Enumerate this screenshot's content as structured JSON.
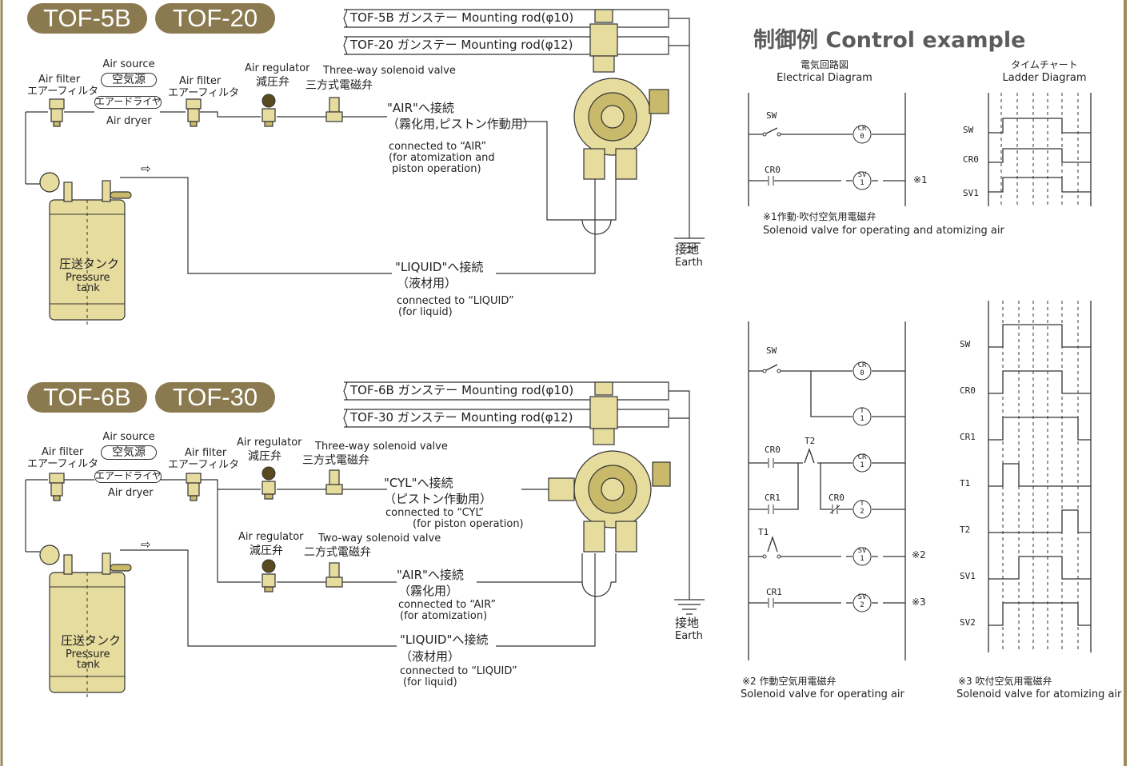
{
  "section1": {
    "model_a": "TOF-5B",
    "model_b": "TOF-20",
    "rod_a": "TOF-5B ガンステー Mounting rod(φ10)",
    "rod_b": "TOF-20 ガンステー Mounting rod(φ12)",
    "air_source_en": "Air source",
    "air_source_jp": "空気源",
    "air_filter_l_en": "Air filter",
    "air_filter_l_jp": "エアーフィルタ",
    "air_dryer_jp": "エアードライヤ",
    "air_dryer_en": "Air dryer",
    "air_filter_r_en": "Air filter",
    "air_filter_r_jp": "エアーフィルタ",
    "regulator_en": "Air regulator",
    "regulator_jp": "減圧弁",
    "valve_en": "Three-way solenoid valve",
    "valve_jp": "三方式電磁弁",
    "air_conn_jp1": "\"AIR\"へ接続",
    "air_conn_jp2": "（霧化用,ピストン作動用）",
    "air_conn_en1": "connected to “AIR”",
    "air_conn_en2": "(for atomization and",
    "air_conn_en3": "piston operation)",
    "liquid_conn_jp1": "\"LIQUID\"へ接続",
    "liquid_conn_jp2": "（液材用）",
    "liquid_conn_en1": "connected to “LIQUID”",
    "liquid_conn_en2": "(for liquid)",
    "tank_jp": "圧送タンク",
    "tank_en1": "Pressure",
    "tank_en2": "tank",
    "earth_jp": "接地",
    "earth_en": "Earth",
    "arrow": "⇨"
  },
  "section2": {
    "model_a": "TOF-6B",
    "model_b": "TOF-30",
    "rod_a": "TOF-6B ガンステー Mounting rod(φ10)",
    "rod_b": "TOF-30 ガンステー Mounting rod(φ12)",
    "air_source_en": "Air source",
    "air_source_jp": "空気源",
    "air_filter_l_en": "Air filter",
    "air_filter_l_jp": "エアーフィルタ",
    "air_dryer_jp": "エアードライヤ",
    "air_dryer_en": "Air dryer",
    "air_filter_r_en": "Air filter",
    "air_filter_r_jp": "エアーフィルタ",
    "regulator1_en": "Air regulator",
    "regulator1_jp": "減圧弁",
    "valve1_en": "Three-way solenoid valve",
    "valve1_jp": "三方式電磁弁",
    "regulator2_en": "Air regulator",
    "regulator2_jp": "減圧弁",
    "valve2_en": "Two-way solenoid valve",
    "valve2_jp": "二方式電磁弁",
    "cyl_conn_jp1": "\"CYL\"へ接続",
    "cyl_conn_jp2": "（ピストン作動用）",
    "cyl_conn_en1": "connected to “CYL”",
    "cyl_conn_en2": "(for piston operation)",
    "air_conn_jp1": "\"AIR\"へ接続",
    "air_conn_jp2": "（霧化用）",
    "air_conn_en1": "connected to “AIR”",
    "air_conn_en2": "(for atomization)",
    "liquid_conn_jp1": "\"LIQUID\"へ接続",
    "liquid_conn_jp2": "（液材用）",
    "liquid_conn_en1": "connected to “LIQUID”",
    "liquid_conn_en2": "(for liquid)",
    "tank_jp": "圧送タンク",
    "tank_en1": "Pressure",
    "tank_en2": "tank",
    "earth_jp": "接地",
    "earth_en": "Earth",
    "arrow": "⇨"
  },
  "control": {
    "title": "制御例  Control example",
    "electrical_jp": "電気回路図",
    "electrical_en": "Electrical Diagram",
    "ladder_jp": "タイムチャート",
    "ladder_en": "Ladder Diagram",
    "diagram1": {
      "sw": "SW",
      "cr0": "CR0",
      "cr0_coil": [
        "CR",
        "0"
      ],
      "sv1_coil": [
        "SV",
        "1"
      ],
      "mark1": "※1",
      "signals": [
        "SW",
        "CR0",
        "SV1"
      ],
      "note_jp": "※1作動·吹付空気用電磁弁",
      "note_en": "Solenoid valve for operating and atomizing air"
    },
    "diagram2": {
      "sw": "SW",
      "cr0_a": "CR0",
      "t2": "T2",
      "cr1": "CR1",
      "cr0_b": "CR0",
      "t1": "T1",
      "cr1_b": "CR1",
      "coils": [
        [
          "CR",
          "0"
        ],
        [
          "T",
          "1"
        ],
        [
          "CR",
          "1"
        ],
        [
          "T",
          "2"
        ],
        [
          "SV",
          "1"
        ],
        [
          "SV",
          "2"
        ]
      ],
      "mark2": "※2",
      "mark3": "※3",
      "signals": [
        "SW",
        "CR0",
        "CR1",
        "T1",
        "T2",
        "SV1",
        "SV2"
      ],
      "note2_jp": "※2 作動空気用電磁弁",
      "note2_en": "Solenoid valve for operating  air",
      "note3_jp": "※3 吹付空気用電磁弁",
      "note3_en": "Solenoid valve for atomizing air"
    }
  },
  "colors": {
    "pill": "#8b7a4f",
    "equipment": "#e6dc9e",
    "equipment_dark": "#c9b96a",
    "title_gray": "#5c5c5c",
    "frame": "#9a8a5a"
  }
}
